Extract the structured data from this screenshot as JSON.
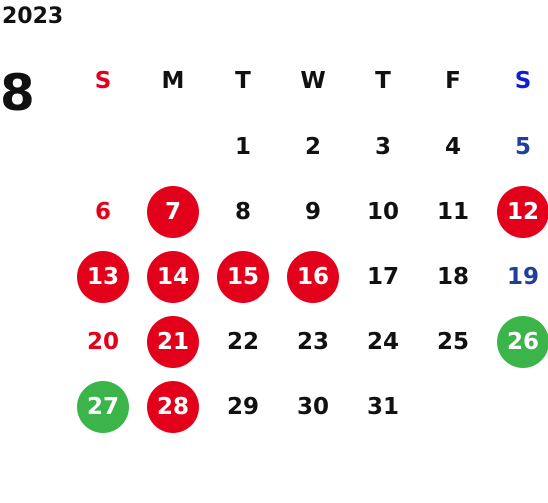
{
  "calendar": {
    "year": "2023",
    "month": "8",
    "weekdays": [
      "S",
      "M",
      "T",
      "W",
      "T",
      "F",
      "S"
    ],
    "weeks": [
      [
        {
          "day": "",
          "style": "empty"
        },
        {
          "day": "",
          "style": "empty"
        },
        {
          "day": "1",
          "style": "normal"
        },
        {
          "day": "2",
          "style": "normal"
        },
        {
          "day": "3",
          "style": "normal"
        },
        {
          "day": "4",
          "style": "normal"
        },
        {
          "day": "5",
          "style": "saturday"
        }
      ],
      [
        {
          "day": "6",
          "style": "sunday"
        },
        {
          "day": "7",
          "style": "red-circle"
        },
        {
          "day": "8",
          "style": "normal"
        },
        {
          "day": "9",
          "style": "normal"
        },
        {
          "day": "10",
          "style": "normal"
        },
        {
          "day": "11",
          "style": "normal"
        },
        {
          "day": "12",
          "style": "red-circle"
        }
      ],
      [
        {
          "day": "13",
          "style": "red-circle"
        },
        {
          "day": "14",
          "style": "red-circle"
        },
        {
          "day": "15",
          "style": "red-circle"
        },
        {
          "day": "16",
          "style": "red-circle"
        },
        {
          "day": "17",
          "style": "normal"
        },
        {
          "day": "18",
          "style": "normal"
        },
        {
          "day": "19",
          "style": "saturday"
        }
      ],
      [
        {
          "day": "20",
          "style": "sunday"
        },
        {
          "day": "21",
          "style": "red-circle"
        },
        {
          "day": "22",
          "style": "normal"
        },
        {
          "day": "23",
          "style": "normal"
        },
        {
          "day": "24",
          "style": "normal"
        },
        {
          "day": "25",
          "style": "normal"
        },
        {
          "day": "26",
          "style": "green-circle"
        }
      ],
      [
        {
          "day": "27",
          "style": "green-circle"
        },
        {
          "day": "28",
          "style": "red-circle"
        },
        {
          "day": "29",
          "style": "normal"
        },
        {
          "day": "30",
          "style": "normal"
        },
        {
          "day": "31",
          "style": "normal"
        },
        {
          "day": "",
          "style": "empty"
        },
        {
          "day": "",
          "style": "empty"
        }
      ]
    ],
    "colors": {
      "red_circle": "#e3001b",
      "green_circle": "#3bb54a",
      "sunday_text": "#e3001b",
      "saturday_text": "#1f3f99",
      "saturday_header": "#0d1fd1"
    }
  }
}
